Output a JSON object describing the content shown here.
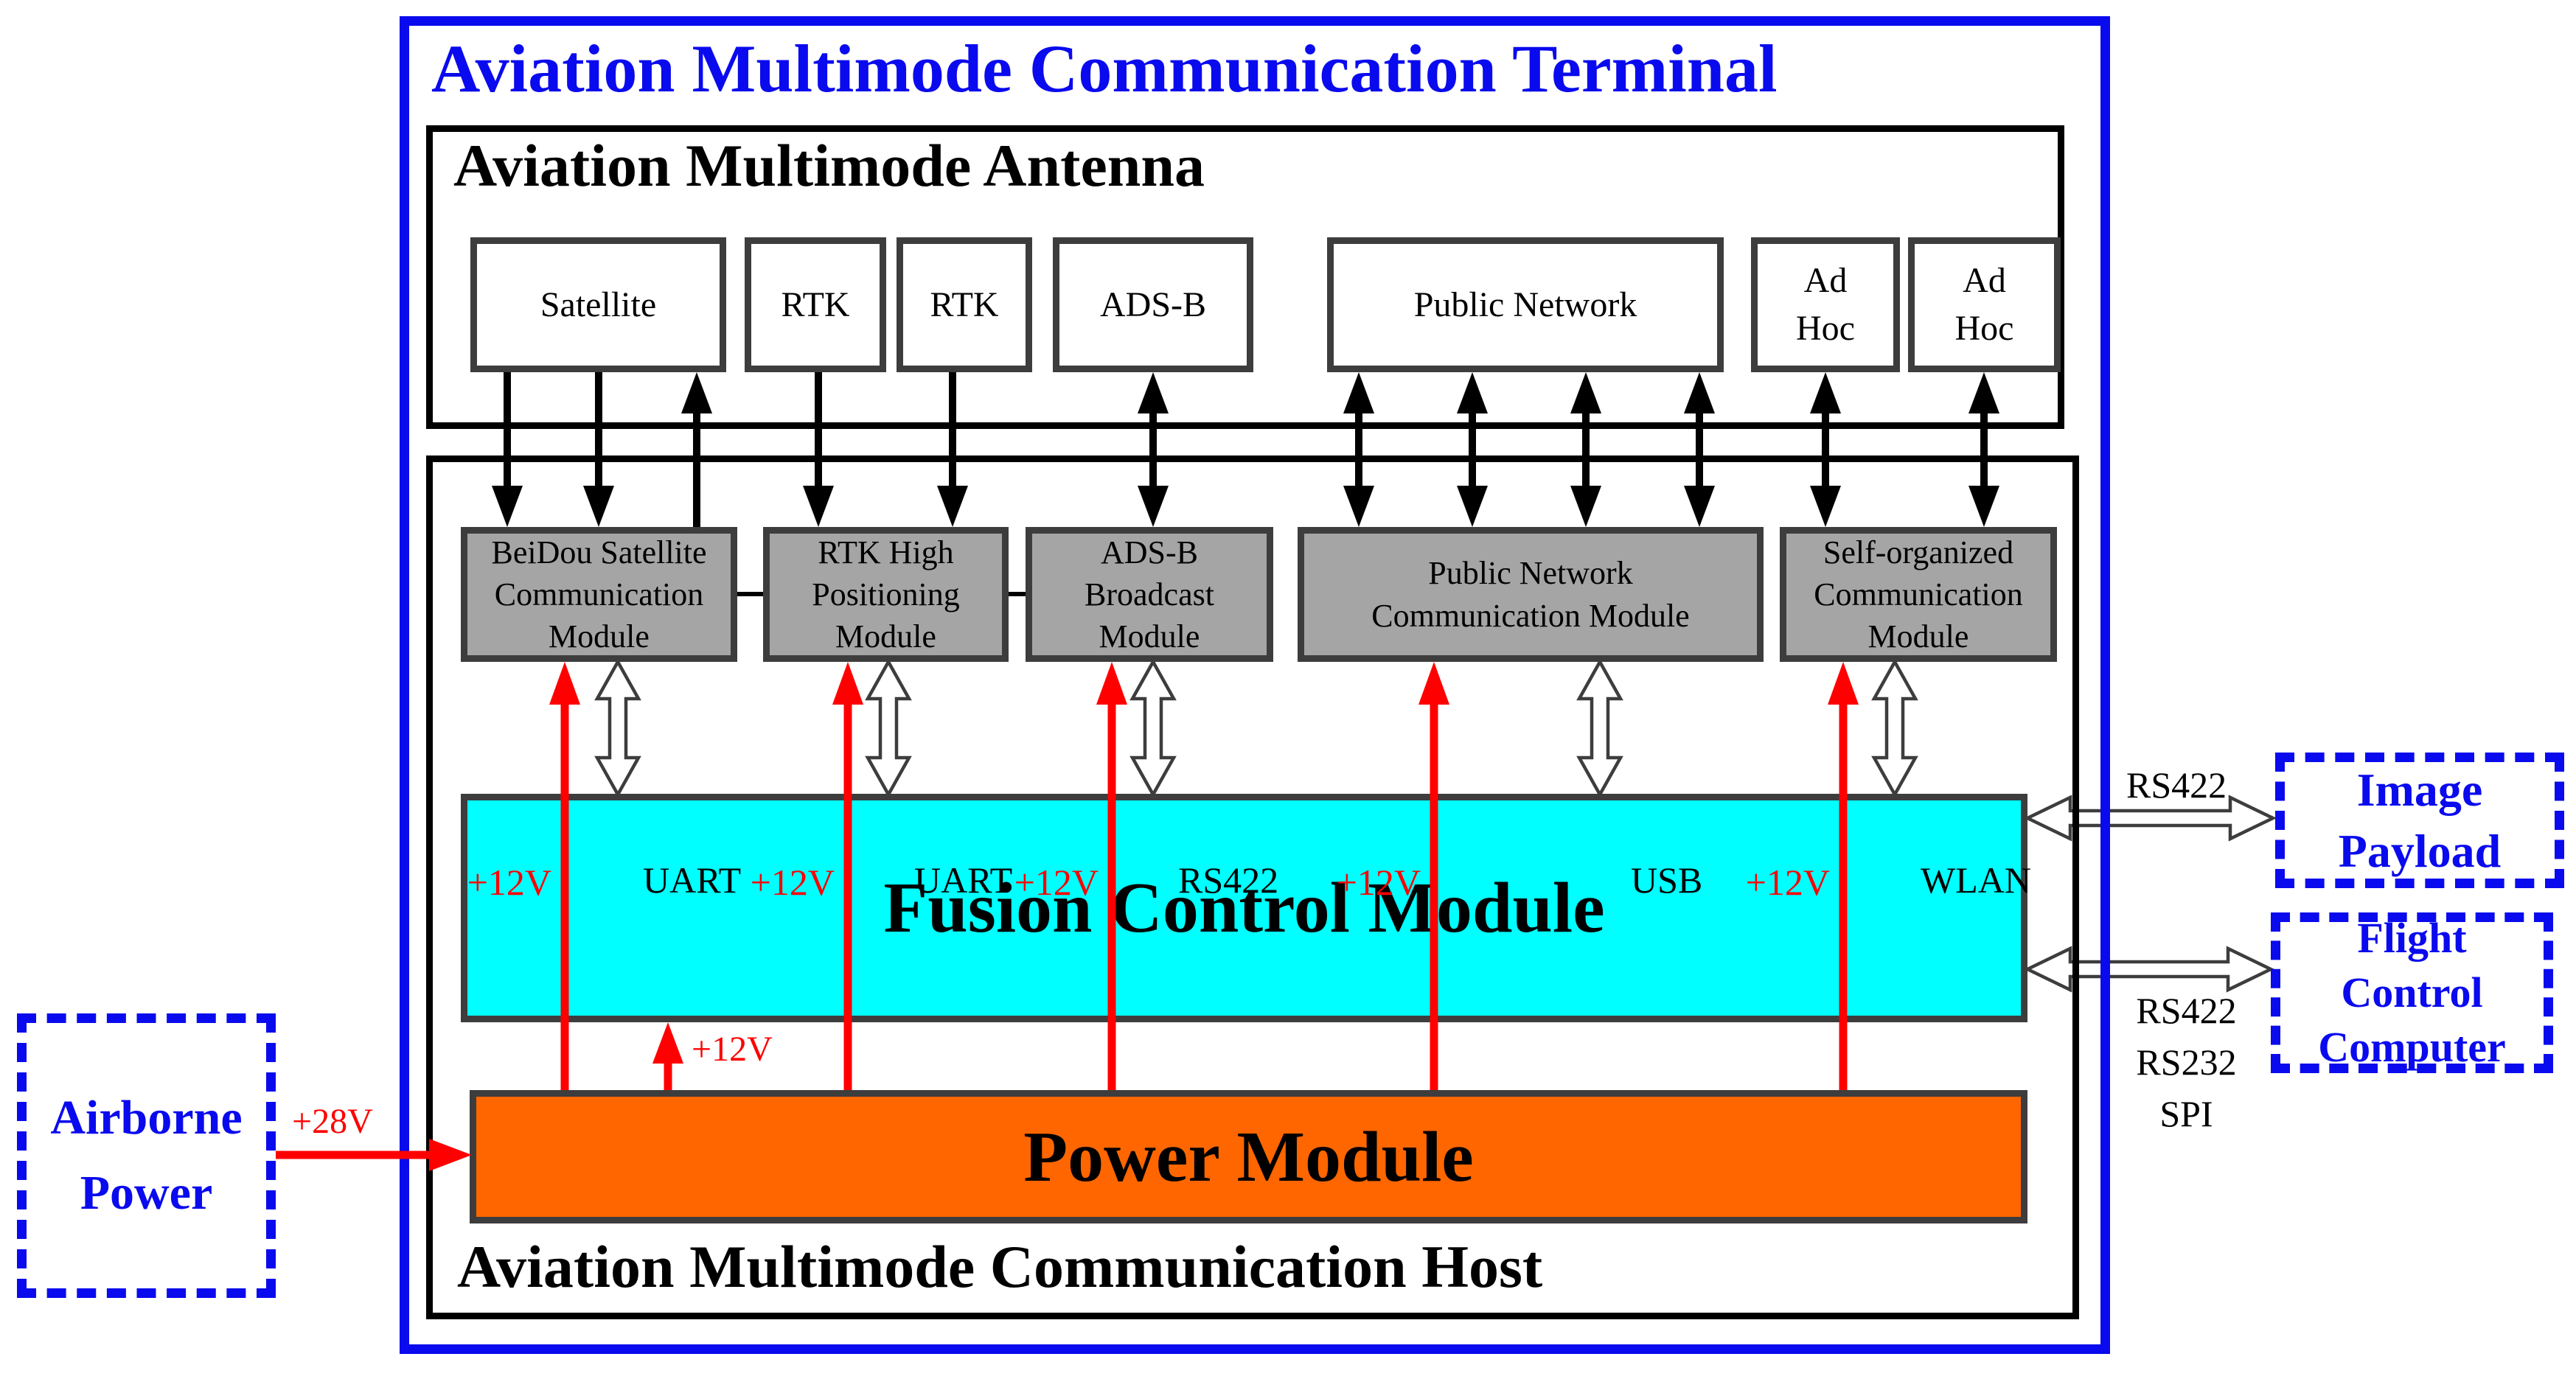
{
  "terminal": {
    "title": "Aviation Multimode Communication Terminal"
  },
  "antenna": {
    "label": "Aviation Multimode Antenna",
    "boxes": [
      {
        "label": "Satellite"
      },
      {
        "label": "RTK"
      },
      {
        "label": "RTK"
      },
      {
        "label": "ADS-B"
      },
      {
        "label": "Public Network"
      },
      {
        "label": "Ad\nHoc"
      },
      {
        "label": "Ad\nHoc"
      }
    ]
  },
  "host": {
    "label": "Aviation Multimode Communication Host",
    "modules": [
      {
        "label": "BeiDou Satellite\nCommunication\nModule"
      },
      {
        "label": "RTK High\nPositioning\nModule"
      },
      {
        "label": "ADS-B\nBroadcast\nModule"
      },
      {
        "label": "Public Network\nCommunication Module"
      },
      {
        "label": "Self-organized\nCommunication\nModule"
      }
    ],
    "fusion_label": "Fusion Control Module",
    "power_label": "Power Module"
  },
  "signals": {
    "v12": "+12V",
    "v28": "+28V"
  },
  "buses": [
    {
      "label": "UART"
    },
    {
      "label": "UART"
    },
    {
      "label": "RS422"
    },
    {
      "label": "USB"
    },
    {
      "label": "WLAN"
    }
  ],
  "right": {
    "rs422": "RS422",
    "flight_bus": "RS422\nRS232\nSPI"
  },
  "external": {
    "airborne_power": "Airborne\nPower",
    "image_payload": "Image\nPayload",
    "flight_computer": "Flight\nControl\nComputer"
  },
  "colors": {
    "accent_blue": "#0a0aee",
    "signal_red": "#fe0000",
    "fusion_cyan": "#00ffff",
    "power_orange": "#ff6600",
    "module_gray": "#a5a5a5",
    "border_gray": "#3d3d3d"
  }
}
